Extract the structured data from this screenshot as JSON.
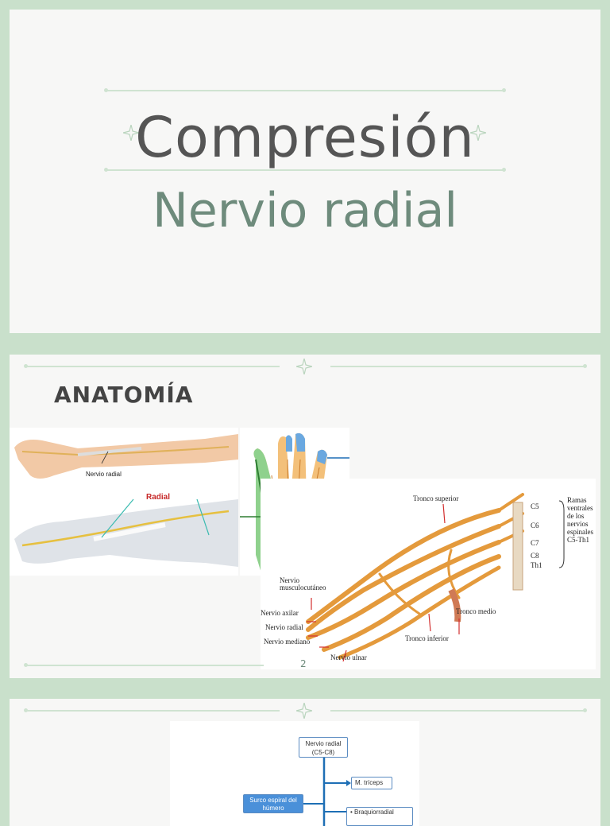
{
  "slides": [
    {
      "title": "Compresión",
      "subtitle": "Nervio radial"
    },
    {
      "heading": "ANATOMÍA",
      "page_number": "2",
      "arm_figure": {
        "label_nervio": "Nervio radial",
        "label_radial": "Radial"
      },
      "plexus_figure": {
        "tronco_superior": "Tronco superior",
        "nervio_musculocutaneo": "Nervio musculocutáneo",
        "nervio_axilar": "Nervio axilar",
        "nervio_radial": "Nervio radial",
        "nervio_mediano": "Nervio mediano",
        "nervio_ulnar": "Nervio ulnar",
        "tronco_inferior": "Tronco inferior",
        "tronco_medio": "Tronco medio",
        "c5": "C5",
        "c6": "C6",
        "c7": "C7",
        "c8": "C8",
        "th1": "Th1",
        "ramas": "Ramas ventrales de los nervios espinales C5-Th1"
      }
    },
    {
      "flow": {
        "root": "Nervio radial (C5-C8)",
        "triceps": "M. tríceps",
        "surco": "Surco espiral del húmero",
        "braquio": "• Braquiorradial"
      }
    }
  ],
  "colors": {
    "background": "#c9e0cb",
    "slide": "#f7f7f6",
    "accent_green": "#6e8b7c",
    "nerve": "#e49a3c"
  }
}
